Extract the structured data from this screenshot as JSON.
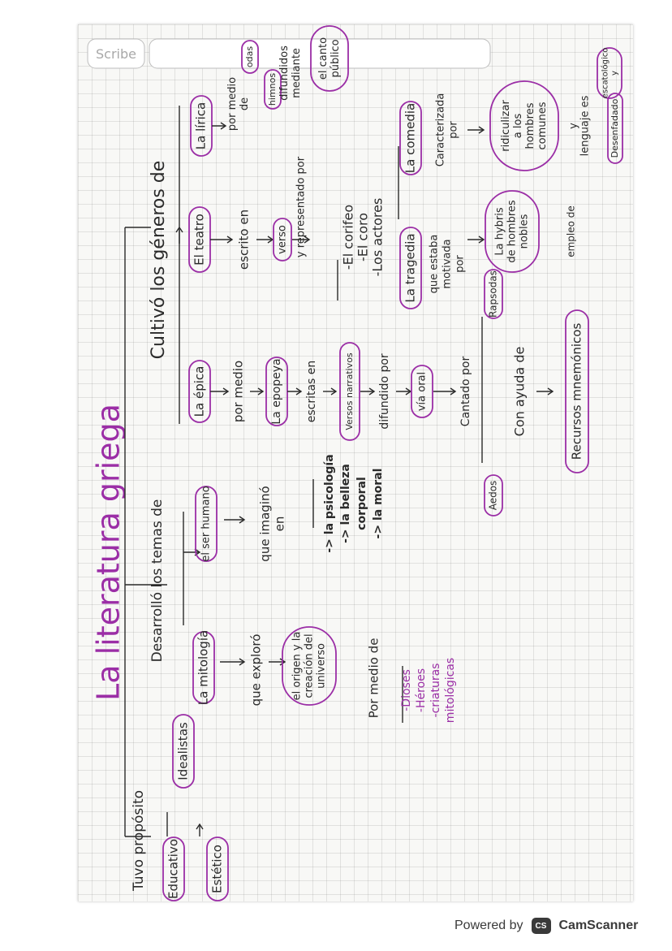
{
  "colors": {
    "ink": "#2a2a2a",
    "accent": "#9b2ea6",
    "paper": "#f8f8f6",
    "grid": "#cfcfcf"
  },
  "notebook_brand": "Scribe",
  "title": "La literatura griega",
  "footer": {
    "powered": "Powered by",
    "logo": "CS",
    "brand": "CamScanner"
  },
  "branches": {
    "proposito": "Tuvo propósito",
    "temas": "Desarrolló los temas de",
    "generos": "Cultivó los géneros de"
  },
  "proposito": {
    "educativo": "Educativo",
    "estetico": "Estético",
    "idealistas": "Idealistas"
  },
  "temas": {
    "mitologia": "La mitología",
    "que_exploro": "que exploró",
    "origen": [
      "el origen y la",
      "creación del",
      "universo"
    ],
    "por_medio_de": "Por medio de",
    "mito_list": [
      "-Dioses",
      "-Héroes",
      "-criaturas",
      "mitológicas"
    ],
    "ser_humano": "el ser humano",
    "que_imagino": [
      "que imaginó",
      "en"
    ],
    "ser_list": [
      "-> la psicología",
      "-> la belleza",
      "corporal",
      "-> la moral"
    ]
  },
  "epica": {
    "node": "La épica",
    "por_medio": "por medio",
    "epopeya": "La epopeya",
    "escritas_en": "escritas en",
    "versos": "Versos narrativos",
    "difundido": "difundido por",
    "via_oral": "vía oral",
    "cantado": "Cantado por",
    "aedos": "Aedos",
    "rapsodas": "Rapsodas",
    "con_ayuda": "Con ayuda de",
    "recursos": "Recursos mnemónicos"
  },
  "teatro": {
    "node": "El teatro",
    "escrito": "escrito en",
    "verso": "verso",
    "representado": "y representado por",
    "roles": [
      "-El corifeo",
      "-El coro",
      "-Los actores"
    ],
    "tragedia": "La tragedia",
    "que_estaba": [
      "que estaba",
      "motivada",
      "por"
    ],
    "hybris": [
      "La hybris",
      "de hombres",
      "nobles"
    ],
    "empleo": "empleo de",
    "comedia": "La comedia",
    "caracterizada": [
      "Caracterizada",
      "por"
    ],
    "ridiculizar": [
      "ridiculizar",
      "a los",
      "hombres",
      "comunes"
    ],
    "y_lenguaje": [
      "y",
      "lenguaje es"
    ],
    "escatologico": [
      "escatológico",
      "y"
    ],
    "desenfadado": "Desenfadado"
  },
  "lirica": {
    "node": "La lírica",
    "por_medio": [
      "por medio",
      "de"
    ],
    "himnos": "himnos",
    "odas": "odas",
    "difundidos": [
      "difundidos",
      "mediante"
    ],
    "canto": [
      "el canto",
      "público"
    ]
  }
}
